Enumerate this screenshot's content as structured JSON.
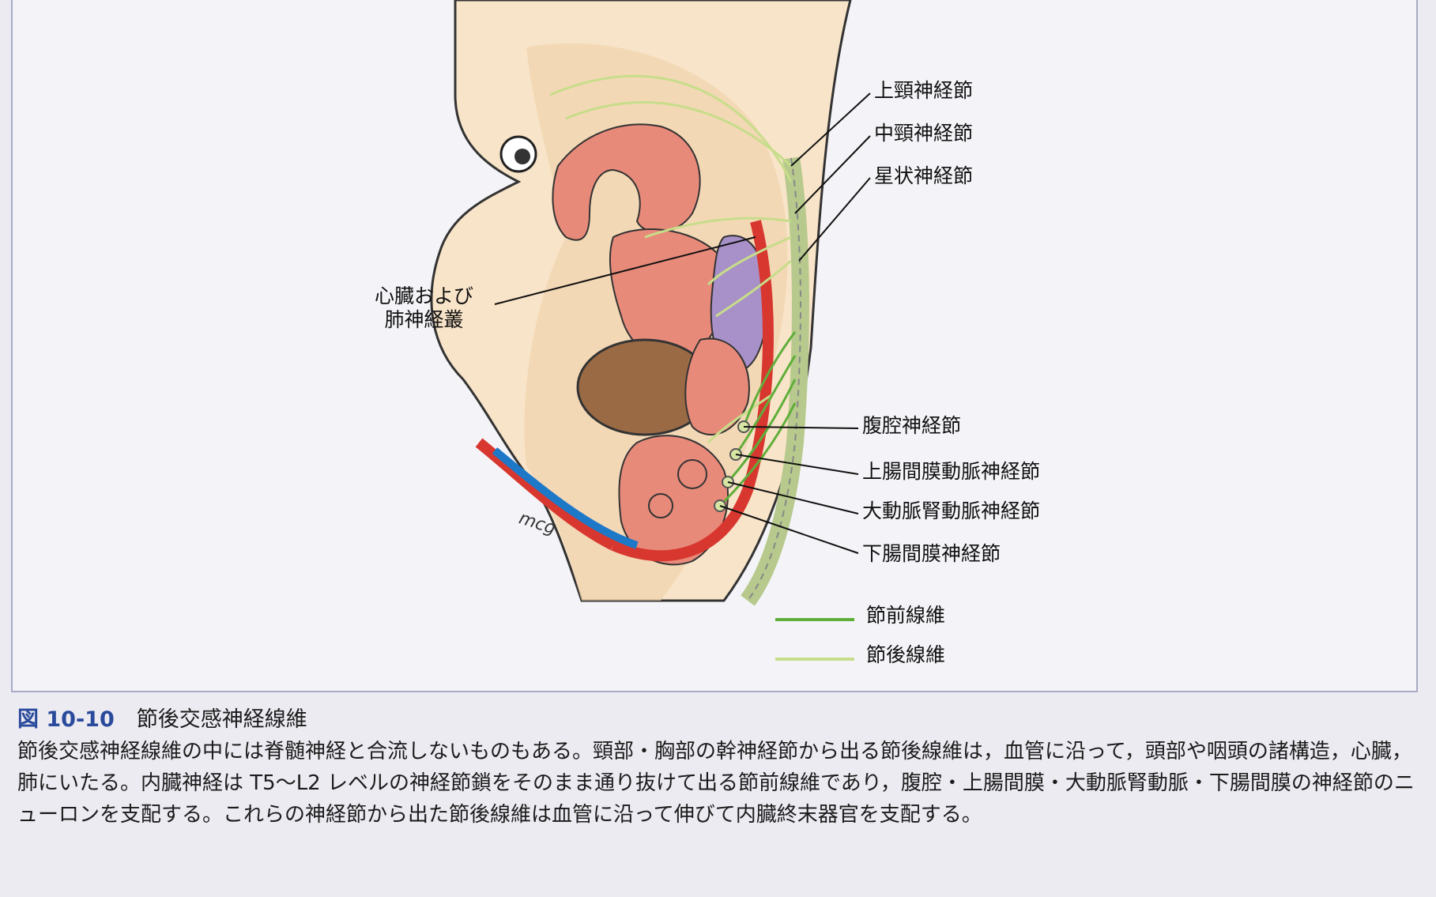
{
  "figure": {
    "labels": {
      "superior_cervical": "上頸神経節",
      "middle_cervical": "中頸神経節",
      "stellate": "星状神経節",
      "cardiac_pulmonary": "心臓および\n肺神経叢",
      "celiac": "腹腔神経節",
      "superior_mesenteric": "上腸間膜動脈神経節",
      "aorticorenal": "大動脈腎動脈神経節",
      "inferior_mesenteric": "下腸間膜神経節",
      "signature": "mcg"
    },
    "legend": [
      {
        "label": "節前線維",
        "color": "#5fae3a"
      },
      {
        "label": "節後線維",
        "color": "#c7dd8a"
      }
    ]
  },
  "caption": {
    "number": "図 10-10",
    "title": "節後交感神経線維",
    "text": "節後交感神経線維の中には脊髄神経と合流しないものもある。頸部・胸部の幹神経節から出る節後線維は，血管に沿って，頭部や咽頭の諸構造，心臓，肺にいたる。内臓神経は T5〜L2 レベルの神経節鎖をそのまま通り抜けて出る節前線維であり，腹腔・上腸間膜・大動脈腎動脈・下腸間膜の神経節のニューロンを支配する。これらの神経節から出た節後線維は血管に沿って伸びて内臓終末器官を支配する。"
  },
  "colors": {
    "accent_blue": "#2a4a9b",
    "panel_border": "#a8a9c6",
    "preganglionic": "#5fae3a",
    "postganglionic": "#c7dd8a"
  }
}
